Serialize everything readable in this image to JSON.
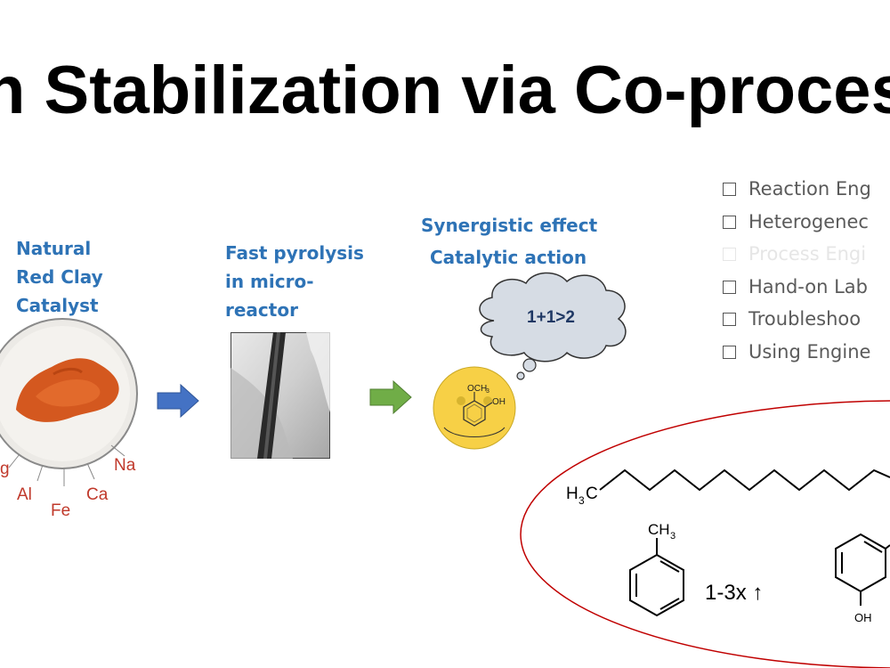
{
  "slide": {
    "title": "n Stabilization via Co-proces"
  },
  "catalyst": {
    "label_lines": [
      "Natural",
      "Red Clay",
      "Catalyst"
    ],
    "elements": [
      "Na",
      "Ca",
      "Fe",
      "Al",
      "g"
    ]
  },
  "pyrolysis": {
    "label_lines": [
      "Fast pyrolysis",
      "in micro-",
      "reactor"
    ]
  },
  "synergy": {
    "label_lines": [
      "Synergistic effect",
      "Catalytic action"
    ],
    "bubble_text": "1+1>2",
    "molecule_labels": [
      "OCH",
      "3",
      "OH"
    ]
  },
  "checklist": [
    {
      "text": "Reaction Eng",
      "faded": false
    },
    {
      "text": "Heterogenec",
      "faded": false
    },
    {
      "text": "Process Engi",
      "faded": true
    },
    {
      "text": "Hand-on Lab",
      "faded": false
    },
    {
      "text": "Troubleshoo",
      "faded": false
    },
    {
      "text": "Using Engine",
      "faded": false
    }
  ],
  "products": {
    "alkane_label": "H",
    "alkane_sub": "3",
    "alkane_tail": "C",
    "toluene_label": "CH",
    "toluene_sub": "3",
    "increase_text": "1-3x ↑",
    "phenol_label": "OH"
  },
  "colors": {
    "title": "#000000",
    "blue_label": "#2e73b6",
    "element_red": "#c0392b",
    "arrow_blue": "#4472c4",
    "arrow_green": "#70ad47",
    "ellipse_red": "#c00000",
    "bubble_fill": "#d6dce4",
    "circle_yellow": "#f7d046"
  }
}
